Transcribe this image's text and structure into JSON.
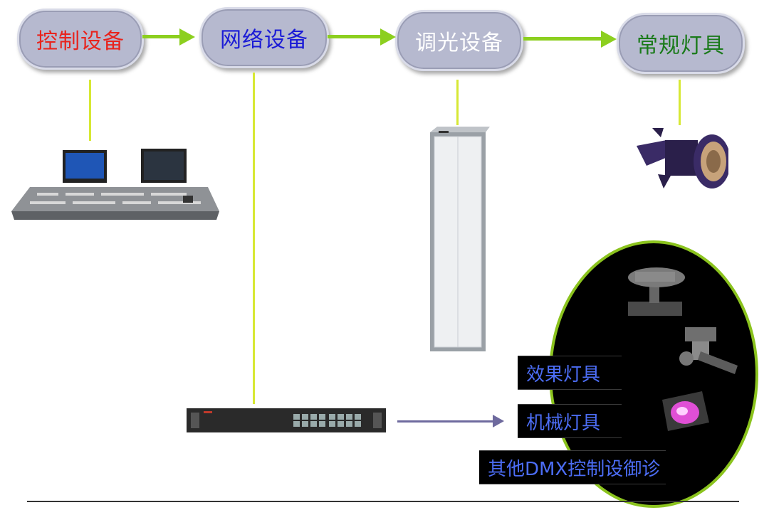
{
  "flow": {
    "node1": "控制设备",
    "node2": "网络设备",
    "node3": "调光设备",
    "node4": "常规灯具"
  },
  "colors": {
    "node1_text": "#e8231c",
    "node2_text": "#1b1bd6",
    "node3_text": "#ffffff",
    "node4_text": "#1a7a1a",
    "arrow": "#8ccf1f",
    "connector": "#d7e834"
  },
  "fixture_labels": {
    "effect": "效果灯具",
    "moving": "机械灯具",
    "other": "其他DMX控制设御诊"
  },
  "icons": [
    "lighting-console-image",
    "network-switch-image",
    "dimmer-rack-image",
    "profile-spotlight-image",
    "moving-head-image",
    "scanner-light-image",
    "effect-light-image"
  ]
}
